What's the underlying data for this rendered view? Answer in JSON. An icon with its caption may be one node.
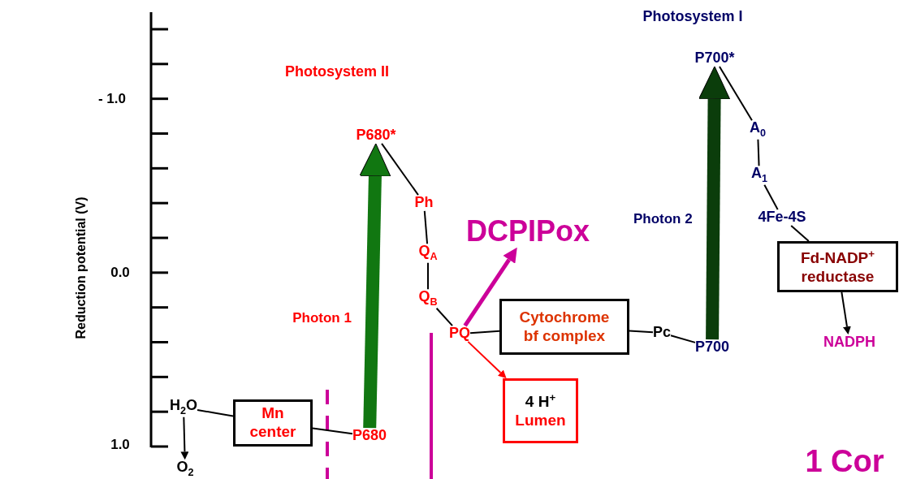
{
  "diagram": {
    "nodes": [
      {
        "text": [
          "H$_{2}$O"
        ]
      },
      {
        "text": [
          "O$_{2}$"
        ]
      },
      {
        "text": [
          "Mn center"
        ]
      },
      {
        "text": [
          "P680"
        ]
      },
      {
        "text": [
          "P680*"
        ]
      },
      {
        "text": [
          "Ph"
        ]
      },
      {
        "text": [
          "Q$_{A}$"
        ]
      },
      {
        "text": [
          "Q$_{B}$"
        ]
      },
      {
        "text": [
          "PQ"
        ]
      },
      {
        "text": [
          "DCPIPox"
        ]
      },
      {
        "text": [
          "Cytochrome bf complex"
        ]
      },
      {
        "text": [
          "4 H$^{+}$",
          "Lumen"
        ]
      },
      {
        "text": [
          "Pc"
        ]
      },
      {
        "text": [
          "P700"
        ]
      },
      {
        "text": [
          "P700*"
        ]
      },
      {
        "text": [
          "A$_{0}$"
        ]
      },
      {
        "text": [
          "A$_{1}$"
        ]
      },
      {
        "text": [
          "4Fe-4S"
        ]
      },
      {
        "text": [
          "Fd-NADP$^{+}$ reductase"
        ]
      },
      {
        "text": [
          "NADPH"
        ]
      }
    ],
    "edges": [
      {
        "from": 0,
        "to": 1,
        "arrow": "to"
      },
      {
        "from": 0,
        "to": 2,
        "arrow": "none"
      },
      {
        "from": 2,
        "to": 3,
        "arrow": "none"
      },
      {
        "from": 3,
        "to": 4,
        "arrow": "to",
        "label": "Photon 1",
        "style": "thick",
        "color": "#117711"
      },
      {
        "from": 4,
        "to": 5,
        "arrow": "none"
      },
      {
        "from": 5,
        "to": 6,
        "arrow": "none"
      },
      {
        "from": 6,
        "to": 7,
        "arrow": "none"
      },
      {
        "from": 7,
        "to": 8,
        "arrow": "none"
      },
      {
        "from": 8,
        "to": 9,
        "arrow": "to",
        "style": "thick",
        "color": "#cc0099"
      },
      {
        "from": 8,
        "to": 10,
        "arrow": "none"
      },
      {
        "from": 8,
        "to": 11,
        "arrow": "to",
        "color": "#ff0000"
      },
      {
        "from": 10,
        "to": 12,
        "arrow": "none"
      },
      {
        "from": 12,
        "to": 13,
        "arrow": "none"
      },
      {
        "from": 13,
        "to": 14,
        "arrow": "to",
        "label": "Photon 2",
        "style": "thick",
        "color": "#0b3d0b"
      },
      {
        "from": 14,
        "to": 15,
        "arrow": "none"
      },
      {
        "from": 15,
        "to": 16,
        "arrow": "none"
      },
      {
        "from": 16,
        "to": 17,
        "arrow": "none"
      },
      {
        "from": 17,
        "to": 18,
        "arrow": "none"
      },
      {
        "from": 18,
        "to": 19,
        "arrow": "to"
      }
    ],
    "labels": [
      "Photosystem I",
      "Photosystem II",
      "- 1.0",
      "Reduction potential (V)",
      "0.0",
      "1.0",
      "1 Cor"
    ]
  }
}
